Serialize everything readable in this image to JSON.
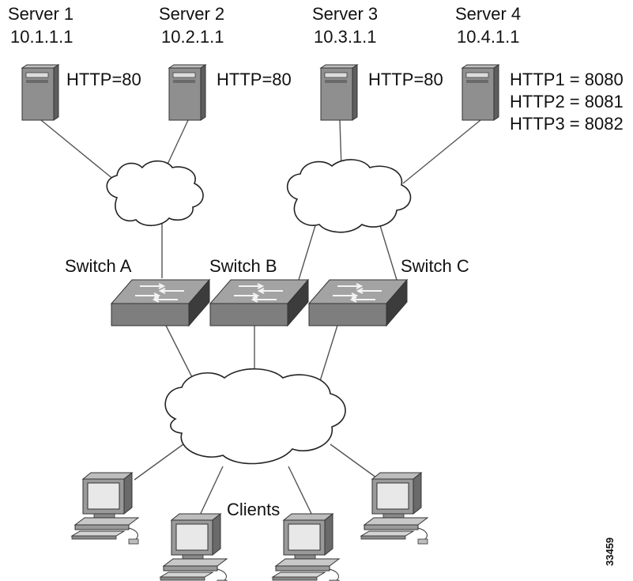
{
  "servers": [
    {
      "name": "Server 1",
      "ip": "10.1.1.1",
      "ports": [
        "HTTP=80"
      ]
    },
    {
      "name": "Server 2",
      "ip": "10.2.1.1",
      "ports": [
        "HTTP=80"
      ]
    },
    {
      "name": "Server 3",
      "ip": "10.3.1.1",
      "ports": [
        "HTTP=80"
      ]
    },
    {
      "name": "Server 4",
      "ip": "10.4.1.1",
      "ports": [
        "HTTP1 = 8080",
        "HTTP2 = 8081",
        "HTTP3 = 8082"
      ]
    }
  ],
  "switches": [
    "Switch A",
    "Switch B",
    "Switch C"
  ],
  "clients_label": "Clients",
  "figure_id": "33459",
  "icons": {
    "server": "server-tower-icon",
    "switch": "network-switch-icon",
    "client": "workstation-icon",
    "cloud": "network-cloud-icon"
  }
}
